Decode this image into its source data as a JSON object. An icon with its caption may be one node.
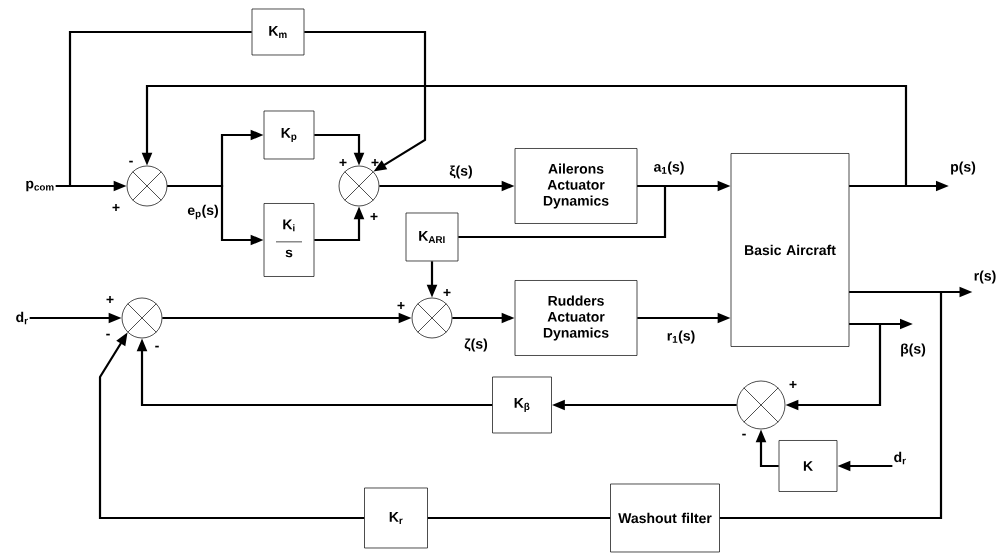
{
  "diagram": {
    "nodes": [
      {
        "text": [
          "p$_{com}$"
        ]
      },
      {
        "text": [],
        "shape": "circle",
        "beside": [
          "-",
          "+"
        ]
      },
      {
        "text": [
          "K$_{m}$"
        ]
      },
      {
        "text": [
          "K$_{p}$"
        ]
      },
      {
        "text": [
          "K$_{i}$",
          "s"
        ]
      },
      {
        "text": [],
        "shape": "circle",
        "beside": [
          "+",
          "+",
          "+"
        ]
      },
      {
        "text": [
          "Ailerons Actuator Dynamics"
        ]
      },
      {
        "text": [
          "K$_{ARI}$"
        ]
      },
      {
        "text": [
          "Basic Aircraft"
        ]
      },
      {
        "text": [
          "p(s)"
        ]
      },
      {
        "text": [
          "d$_{r}$"
        ]
      },
      {
        "text": [],
        "shape": "circle",
        "beside": [
          "+",
          "-",
          "-"
        ]
      },
      {
        "text": [],
        "shape": "circle",
        "beside": [
          "+",
          "+"
        ]
      },
      {
        "text": [
          "Rudders Actuator Dynamics"
        ]
      },
      {
        "text": [
          "r(s)"
        ]
      },
      {
        "text": [
          "β(s)"
        ]
      },
      {
        "text": [
          "K$_{β}$"
        ]
      },
      {
        "text": [],
        "shape": "circle",
        "beside": [
          "+",
          "-"
        ]
      },
      {
        "text": [
          "K"
        ]
      },
      {
        "text": [
          "d$_{r}$"
        ]
      },
      {
        "text": [
          "K$_{r}$"
        ]
      },
      {
        "text": [
          "Washout filter"
        ]
      }
    ],
    "edges": [
      {
        "from": 0,
        "to": 1,
        "arrow": "to"
      },
      {
        "from": 0,
        "to": 2,
        "arrow": "none"
      },
      {
        "from": 2,
        "to": 5,
        "arrow": "to"
      },
      {
        "from": 1,
        "to": 3,
        "arrow": "to",
        "label": "e$_{p}$(s)"
      },
      {
        "from": 1,
        "to": 4,
        "arrow": "to"
      },
      {
        "from": 3,
        "to": 5,
        "arrow": "to"
      },
      {
        "from": 4,
        "to": 5,
        "arrow": "to"
      },
      {
        "from": 5,
        "to": 6,
        "arrow": "to",
        "label": "ξ(s)"
      },
      {
        "from": 6,
        "to": 8,
        "arrow": "to",
        "label": "a$_{1}$(s)"
      },
      {
        "from": 6,
        "to": 7,
        "arrow": "none"
      },
      {
        "from": 7,
        "to": 12,
        "arrow": "to"
      },
      {
        "from": 8,
        "to": 9,
        "arrow": "to"
      },
      {
        "from": 8,
        "to": 1,
        "arrow": "to"
      },
      {
        "from": 10,
        "to": 11,
        "arrow": "to"
      },
      {
        "from": 11,
        "to": 12,
        "arrow": "to"
      },
      {
        "from": 12,
        "to": 13,
        "arrow": "to",
        "label": "ζ(s)"
      },
      {
        "from": 13,
        "to": 8,
        "arrow": "to",
        "label": "r$_{1}$(s)"
      },
      {
        "from": 8,
        "to": 14,
        "arrow": "to"
      },
      {
        "from": 8,
        "to": 15,
        "arrow": "to"
      },
      {
        "from": 8,
        "to": 17,
        "arrow": "to"
      },
      {
        "from": 17,
        "to": 16,
        "arrow": "to"
      },
      {
        "from": 16,
        "to": 11,
        "arrow": "to"
      },
      {
        "from": 19,
        "to": 18,
        "arrow": "to"
      },
      {
        "from": 18,
        "to": 17,
        "arrow": "to"
      },
      {
        "from": 8,
        "to": 21,
        "arrow": "none"
      },
      {
        "from": 21,
        "to": 20,
        "arrow": "none"
      },
      {
        "from": 20,
        "to": 11,
        "arrow": "to"
      }
    ]
  }
}
